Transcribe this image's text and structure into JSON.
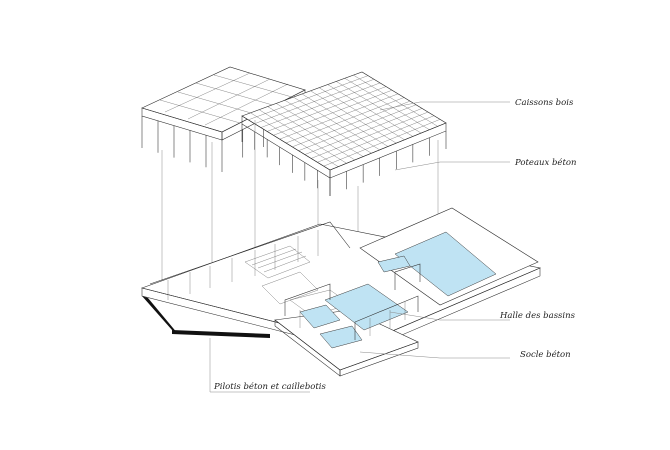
{
  "labels": {
    "caissons": "Caissons bois",
    "poteaux": "Poteaux béton",
    "halle": "Halle des bassins",
    "socle": "Socle béton",
    "pilotis": "Pilotis béton et caillebotis"
  },
  "colors": {
    "water": "#bfe3f3",
    "line": "#2b2b2b",
    "leader": "#8a8a8a",
    "base_edge": "#111111"
  }
}
